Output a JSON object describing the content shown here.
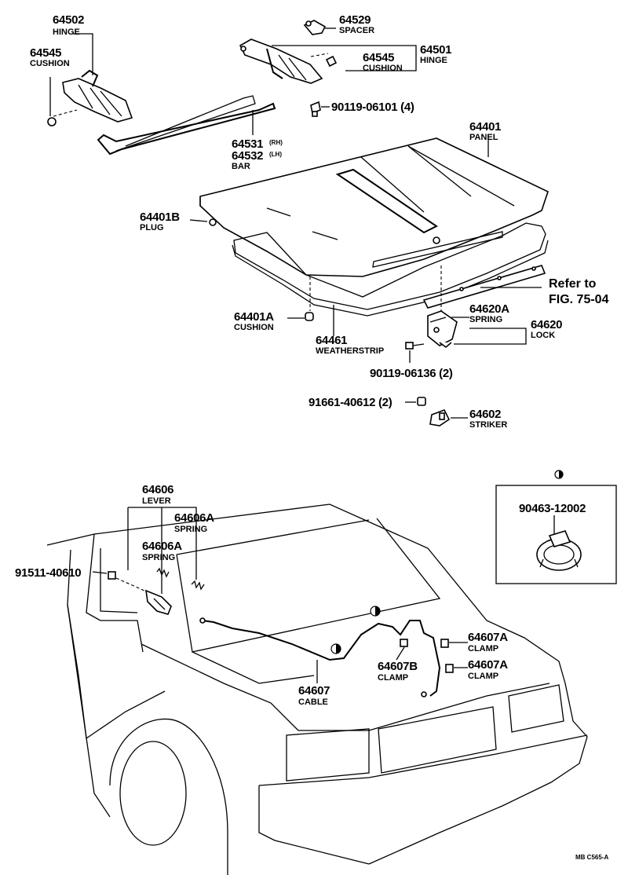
{
  "colors": {
    "ink": "#000000",
    "paper": "#ffffff"
  },
  "parts": {
    "p64502": {
      "number": "64502",
      "name": "HINGE"
    },
    "p64545a": {
      "number": "64545",
      "name": "CUSHION"
    },
    "p64529": {
      "number": "64529",
      "name": "SPACER"
    },
    "p64501": {
      "number": "64501",
      "name": "HINGE"
    },
    "p64545b": {
      "number": "64545",
      "name": "CUSHION"
    },
    "p90119a": {
      "number": "90119-06101 (4)"
    },
    "p64531": {
      "number": "64531",
      "suffix": "(RH)"
    },
    "p64532": {
      "number": "64532",
      "suffix": "(LH)",
      "name": "BAR"
    },
    "p64401": {
      "number": "64401",
      "name": "PANEL"
    },
    "p64401b": {
      "number": "64401B",
      "name": "PLUG"
    },
    "p64401a": {
      "number": "64401A",
      "name": "CUSHION"
    },
    "p64461": {
      "number": "64461",
      "name": "WEATHERSTRIP"
    },
    "p64620a": {
      "number": "64620A",
      "name": "SPRING"
    },
    "p64620": {
      "number": "64620",
      "name": "LOCK"
    },
    "p90119b": {
      "number": "90119-06136 (2)"
    },
    "p91661": {
      "number": "91661-40612 (2)"
    },
    "p64602": {
      "number": "64602",
      "name": "STRIKER"
    },
    "p64606": {
      "number": "64606",
      "name": "LEVER"
    },
    "p64606a1": {
      "number": "64606A",
      "name": "SPRING"
    },
    "p64606a2": {
      "number": "64606A",
      "name": "SPRING"
    },
    "p91511": {
      "number": "91511-40610"
    },
    "p90463": {
      "number": "90463-12002"
    },
    "p64607a1": {
      "number": "64607A",
      "name": "CLAMP"
    },
    "p64607b": {
      "number": "64607B",
      "name": "CLAMP"
    },
    "p64607a2": {
      "number": "64607A",
      "name": "CLAMP"
    },
    "p64607": {
      "number": "64607",
      "name": "CABLE"
    }
  },
  "reference": {
    "line1": "Refer to",
    "line2": "FIG. 75-04"
  },
  "footer": {
    "code": "MB C565-A"
  }
}
